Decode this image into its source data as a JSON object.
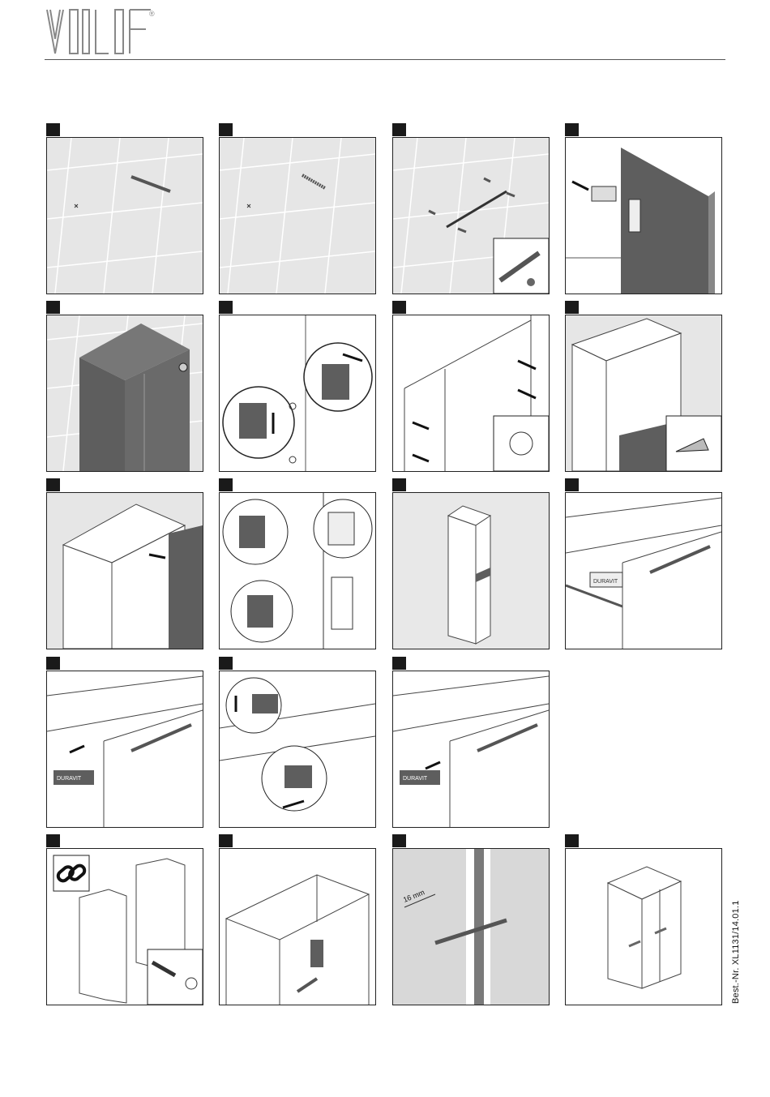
{
  "brand": {
    "wordmark": "VILIF",
    "registered": "®"
  },
  "order_number": "Best.-Nr. XL1131/14.01.1",
  "measurements": {
    "drill_depth": "16 mm"
  },
  "badges": {
    "drawer_brand": "DURAVIT"
  },
  "colors": {
    "dark_panel": "#5e5e5e",
    "tile": "#e4e4e4",
    "light": "#ffffff",
    "accent": "#1a1a1a"
  },
  "icons": [
    "link-icon",
    "screw-icon",
    "cap-icon",
    "arrow-icon",
    "shelf-peg-icon",
    "hinge-icon"
  ],
  "steps": [
    {
      "id": 1
    },
    {
      "id": 2
    },
    {
      "id": 3
    },
    {
      "id": 4
    },
    {
      "id": 5
    },
    {
      "id": 6
    },
    {
      "id": 7
    },
    {
      "id": 8
    },
    {
      "id": 9
    },
    {
      "id": 10
    },
    {
      "id": 11
    },
    {
      "id": 12
    },
    {
      "id": 13
    },
    {
      "id": 14
    },
    {
      "id": 15
    },
    {
      "id": 16
    },
    {
      "id": 17
    },
    {
      "id": 18
    },
    {
      "id": 19
    }
  ]
}
